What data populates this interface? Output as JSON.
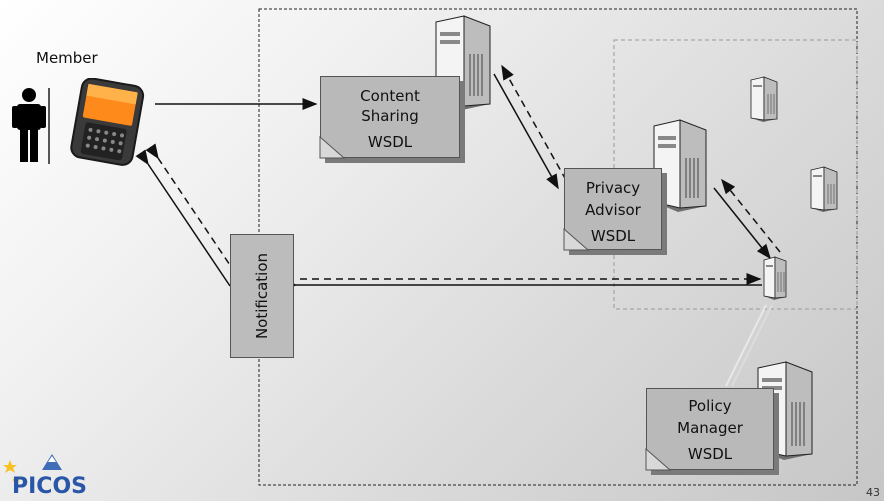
{
  "member_label": "Member",
  "content_sharing": {
    "line1": "Content",
    "line2": "Sharing",
    "line3": "WSDL"
  },
  "privacy_advisor": {
    "line1": "Privacy",
    "line2": "Advisor",
    "line3": "WSDL"
  },
  "policy_manager": {
    "line1": "Policy",
    "line2": "Manager",
    "line3": "WSDL"
  },
  "notification_label": "Notification",
  "logo_text": "PICOS",
  "page_number": "43"
}
